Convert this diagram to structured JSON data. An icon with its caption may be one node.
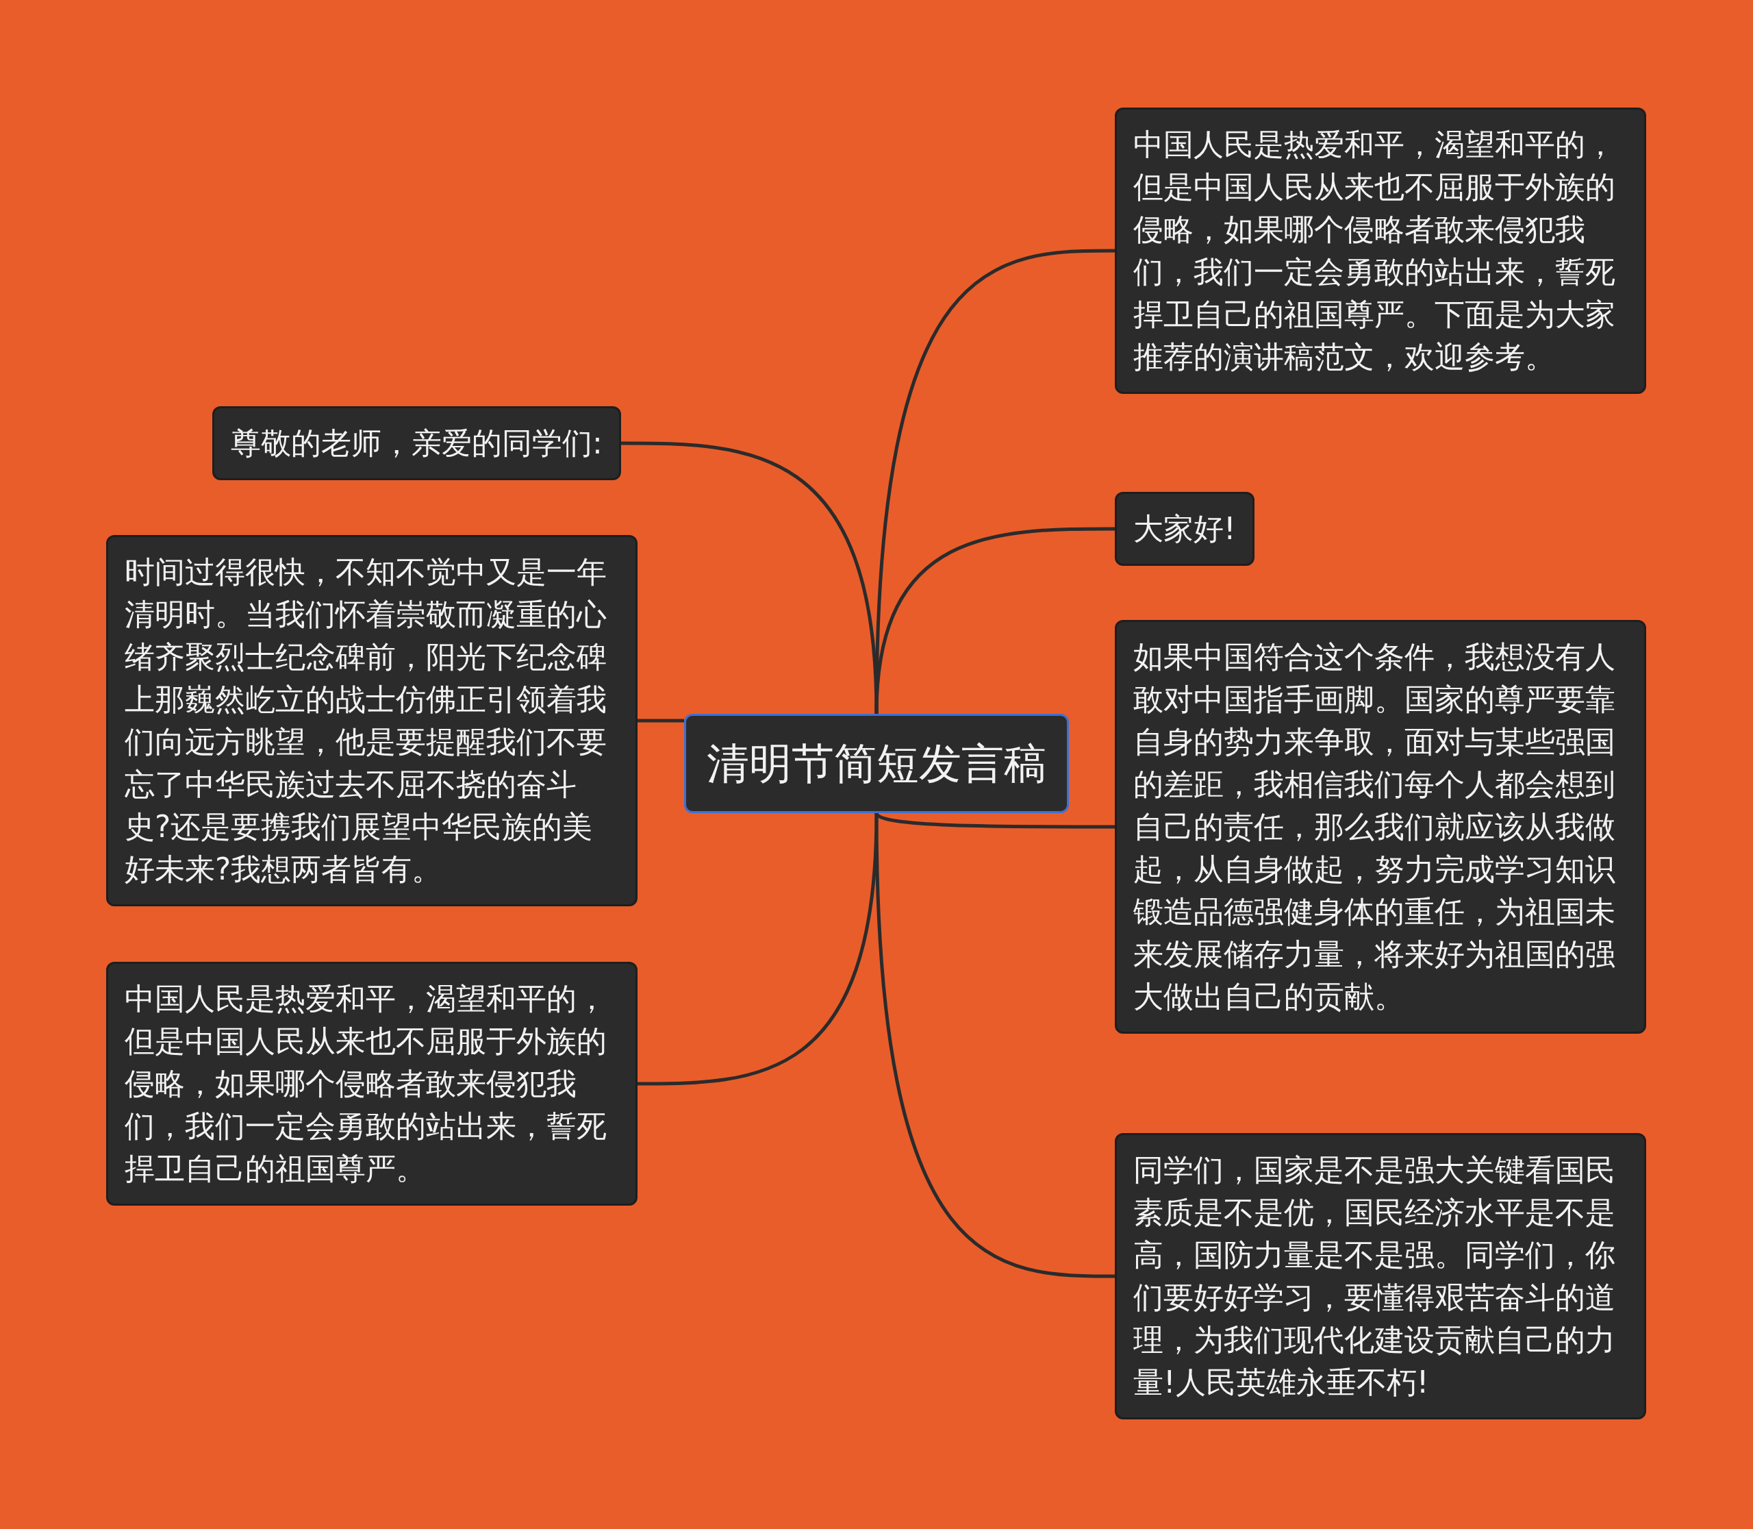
{
  "diagram": {
    "nodes": [
      {
        "text": [
          "清明节简短发言稿"
        ]
      },
      {
        "text": [
          "中国人民是热爱和平，渴望和平的，但是中国人民从来也不屈服于外族的侵略，如果哪个侵略者敢来侵犯我们，我们一定会勇敢的站出来，誓死捍卫自己的祖国尊严。下面是为大家推荐的演讲稿范文，欢迎参考。"
        ]
      },
      {
        "text": [
          "大家好!"
        ]
      },
      {
        "text": [
          "如果中国符合这个条件，我想没有人敢对中国指手画脚。国家的尊严要靠自身的势力来争取，面对与某些强国的差距，我相信我们每个人都会想到自己的责任，那么我们就应该从我做起，从自身做起，努力完成学习知识锻造品德强健身体的重任，为祖国未来发展储存力量，将来好为祖国的强大做出自己的贡献。"
        ]
      },
      {
        "text": [
          "同学们，国家是不是强大关键看国民素质是不是优，国民经济水平是不是高，国防力量是不是强。同学们，你们要好好学习，要懂得艰苦奋斗的道理，为我们现代化建设贡献自己的力量!人民英雄永垂不朽!"
        ]
      },
      {
        "text": [
          "尊敬的老师，亲爱的同学们:"
        ]
      },
      {
        "text": [
          "时间过得很快，不知不觉中又是一年清明时。当我们怀着崇敬而凝重的心绪齐聚烈士纪念碑前，阳光下纪念碑上那巍然屹立的战士仿佛正引领着我们向远方眺望，他是要提醒我们不要忘了中华民族过去不屈不挠的奋斗史?还是要携我们展望中华民族的美好未来?我想两者皆有。"
        ]
      },
      {
        "text": [
          "中国人民是热爱和平，渴望和平的，但是中国人民从来也不屈服于外族的侵略，如果哪个侵略者敢来侵犯我们，我们一定会勇敢的站出来，誓死捍卫自己的祖国尊严。"
        ]
      }
    ],
    "edges": [
      {
        "from": 0,
        "to": 1,
        "arrow": "none"
      },
      {
        "from": 0,
        "to": 2,
        "arrow": "none"
      },
      {
        "from": 0,
        "to": 3,
        "arrow": "none"
      },
      {
        "from": 0,
        "to": 4,
        "arrow": "none"
      },
      {
        "from": 0,
        "to": 5,
        "arrow": "none"
      },
      {
        "from": 0,
        "to": 6,
        "arrow": "none"
      },
      {
        "from": 0,
        "to": 7,
        "arrow": "none"
      }
    ]
  }
}
